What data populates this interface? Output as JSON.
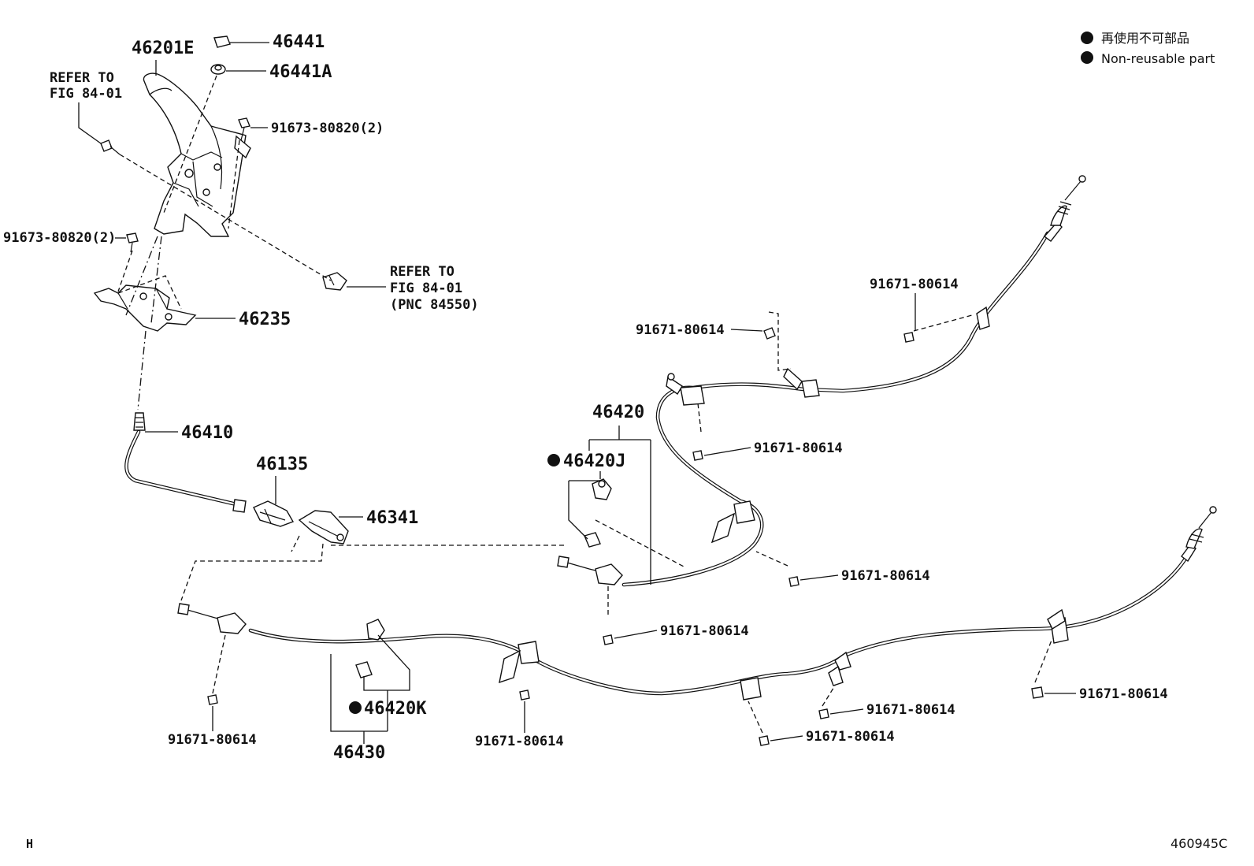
{
  "legend": {
    "line_jp": "再使用不可部品",
    "line_en": "Non-reusable part"
  },
  "labels": {
    "p46201E": "46201E",
    "p46441": "46441",
    "p46441A": "46441A",
    "refer1_l1": "REFER TO",
    "refer1_l2": "FIG 84-01",
    "bolt_top": "91673-80820(2)",
    "bolt_left": "91673-80820(2)",
    "refer2_l1": "REFER TO",
    "refer2_l2": "FIG 84-01",
    "refer2_l3": "(PNC 84550)",
    "p46235": "46235",
    "p46410": "46410",
    "p46135": "46135",
    "p46341": "46341",
    "p46420": "46420",
    "p46420J": "46420J",
    "p46420K": "46420K",
    "p46430": "46430",
    "b_r_top": "91671-80614",
    "b_r_mid": "91671-80614",
    "b_r_466": "91671-80614",
    "b_r_728": "91671-80614",
    "b_c_797": "91671-80614",
    "b_far_r": "91671-80614",
    "b_r_888": "91671-80614",
    "b_r_922": "91671-80614",
    "b_l_bot": "91671-80614",
    "b_c_bot": "91671-80614"
  },
  "footer": {
    "left_code": "H",
    "figure_code": "460945C"
  }
}
